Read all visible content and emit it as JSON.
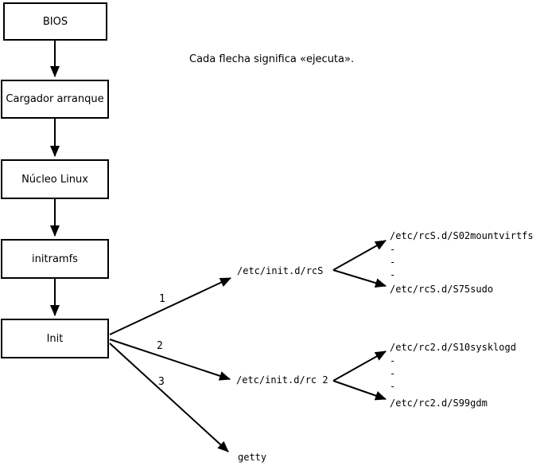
{
  "diagram": {
    "note": "Cada flecha significa «ejecuta».",
    "flow_boxes": [
      {
        "label": "BIOS"
      },
      {
        "label": "Cargador arranque"
      },
      {
        "label": "Núcleo Linux"
      },
      {
        "label": "initramfs"
      },
      {
        "label": "Init"
      }
    ],
    "init_branches": [
      {
        "order": "1",
        "target": "/etc/init.d/rcS"
      },
      {
        "order": "2",
        "target": "/etc/init.d/rc 2"
      },
      {
        "order": "3",
        "target": "getty"
      }
    ],
    "rcS_scripts": {
      "first": "/etc/rcS.d/S02mountvirtfs",
      "ellipsis": [
        "-",
        "-",
        "-"
      ],
      "last": "/etc/rcS.d/S75sudo"
    },
    "rc2_scripts": {
      "first": "/etc/rc2.d/S10sysklogd",
      "ellipsis": [
        "-",
        "-",
        "-"
      ],
      "last": "/etc/rc2.d/S99gdm"
    }
  }
}
